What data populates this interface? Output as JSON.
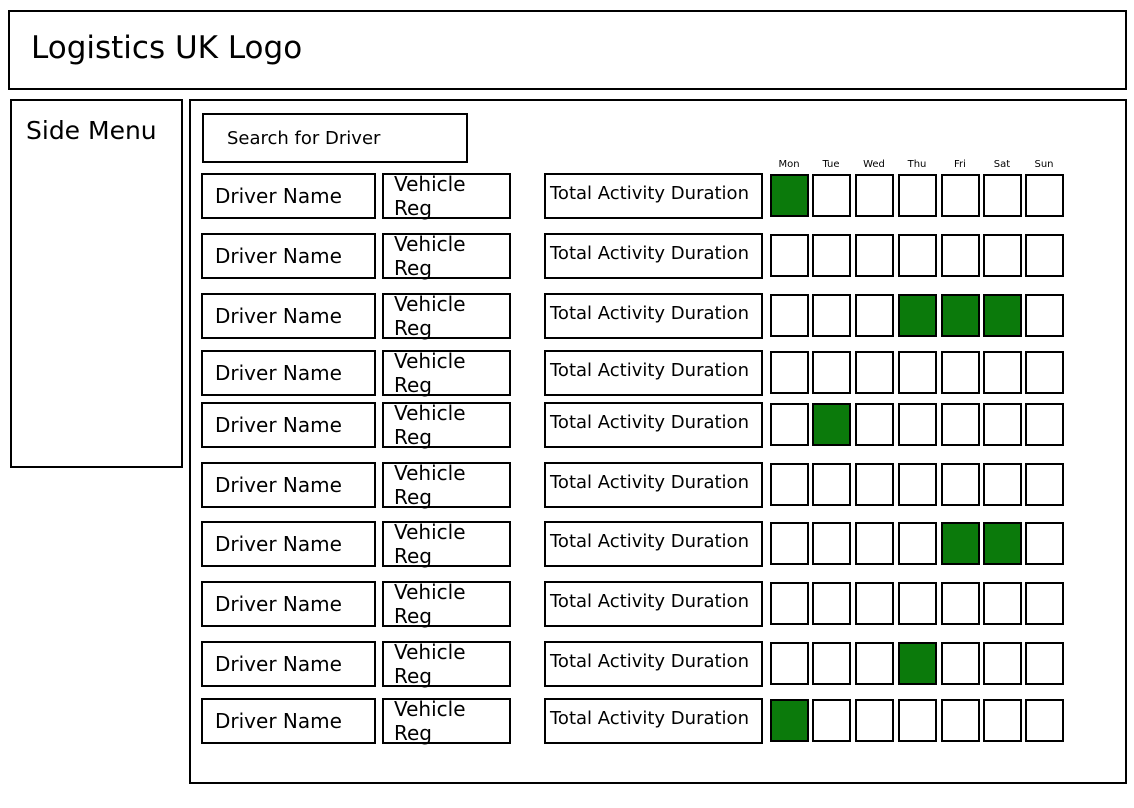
{
  "header": {
    "logo_text": "Logistics UK Logo"
  },
  "sidebar": {
    "title": "Side Menu"
  },
  "search": {
    "label": "Search for Driver"
  },
  "days": [
    "Mon",
    "Tue",
    "Wed",
    "Thu",
    "Fri",
    "Sat",
    "Sun"
  ],
  "colors": {
    "active_day": "#0b7a0b",
    "border": "#000000"
  },
  "rows": [
    {
      "driver": "Driver Name",
      "vehicle": "Vehicle Reg",
      "duration": "Total Activity Duration",
      "active": [
        true,
        false,
        false,
        false,
        false,
        false,
        false
      ]
    },
    {
      "driver": "Driver Name",
      "vehicle": "Vehicle Reg",
      "duration": "Total Activity Duration",
      "active": [
        false,
        false,
        false,
        false,
        false,
        false,
        false
      ]
    },
    {
      "driver": "Driver Name",
      "vehicle": "Vehicle Reg",
      "duration": "Total Activity Duration",
      "active": [
        false,
        false,
        false,
        true,
        true,
        true,
        false
      ]
    },
    {
      "driver": "Driver Name",
      "vehicle": "Vehicle Reg",
      "duration": "Total Activity Duration",
      "active": [
        false,
        false,
        false,
        false,
        false,
        false,
        false
      ]
    },
    {
      "driver": "Driver Name",
      "vehicle": "Vehicle Reg",
      "duration": "Total Activity Duration",
      "active": [
        false,
        true,
        false,
        false,
        false,
        false,
        false
      ]
    },
    {
      "driver": "Driver Name",
      "vehicle": "Vehicle Reg",
      "duration": "Total Activity Duration",
      "active": [
        false,
        false,
        false,
        false,
        false,
        false,
        false
      ]
    },
    {
      "driver": "Driver Name",
      "vehicle": "Vehicle Reg",
      "duration": "Total Activity Duration",
      "active": [
        false,
        false,
        false,
        false,
        true,
        true,
        false
      ]
    },
    {
      "driver": "Driver Name",
      "vehicle": "Vehicle Reg",
      "duration": "Total Activity Duration",
      "active": [
        false,
        false,
        false,
        false,
        false,
        false,
        false
      ]
    },
    {
      "driver": "Driver Name",
      "vehicle": "Vehicle Reg",
      "duration": "Total Activity Duration",
      "active": [
        false,
        false,
        false,
        true,
        false,
        false,
        false
      ]
    },
    {
      "driver": "Driver Name",
      "vehicle": "Vehicle Reg",
      "duration": "Total Activity Duration",
      "active": [
        true,
        false,
        false,
        false,
        false,
        false,
        false
      ]
    }
  ]
}
